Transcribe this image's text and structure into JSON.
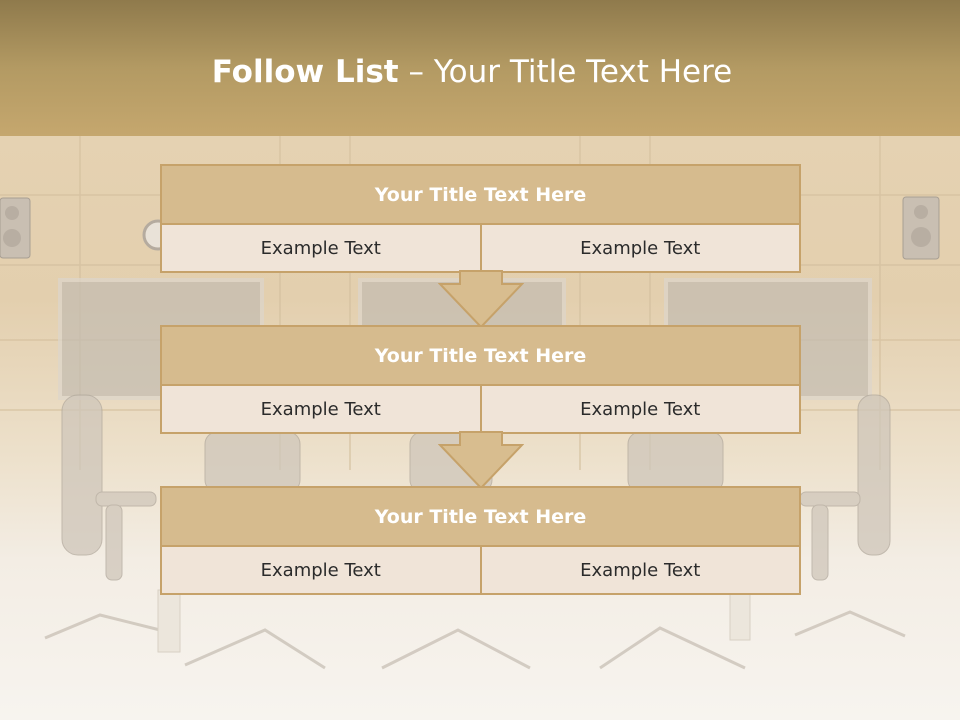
{
  "slide": {
    "title_bold": "Follow List",
    "title_rest": "– Your Title Text Here"
  },
  "steps": [
    {
      "title": "Your Title Text Here",
      "left": "Example Text",
      "right": "Example Text"
    },
    {
      "title": "Your Title Text Here",
      "left": "Example Text",
      "right": "Example Text"
    },
    {
      "title": "Your Title Text Here",
      "left": "Example Text",
      "right": "Example Text"
    }
  ],
  "colors": {
    "header": "#b39a63",
    "box_border": "#c6a26a",
    "box_title_fill": "#d6bb8e",
    "box_cell_fill": "#f0e4d8",
    "arrow_fill": "#d8bd8f"
  },
  "icons": [
    "arrow-down-icon",
    "speaker-icon",
    "wall-clock-icon",
    "office-chair-icon",
    "monitor-icon"
  ]
}
